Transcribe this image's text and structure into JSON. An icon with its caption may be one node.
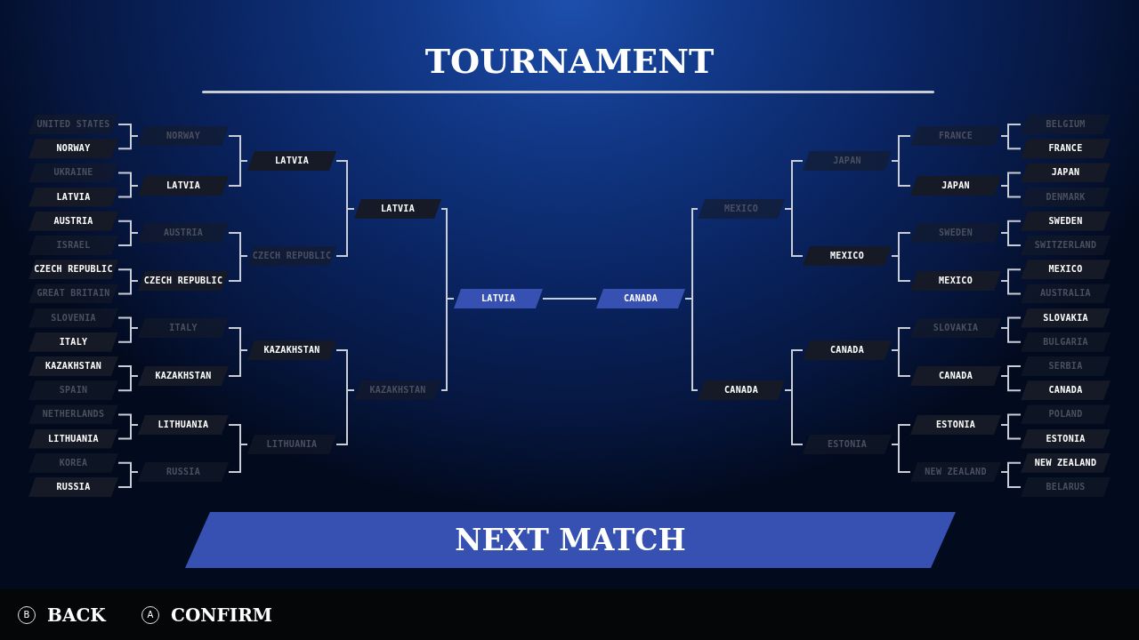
{
  "diagram": {
    "title": "TOURNAMENT",
    "nodes": [
      {
        "text": [
          "UNITED STATES"
        ]
      },
      {
        "text": [
          "NORWAY"
        ]
      },
      {
        "text": [
          "UKRAINE"
        ]
      },
      {
        "text": [
          "LATVIA"
        ]
      },
      {
        "text": [
          "AUSTRIA"
        ]
      },
      {
        "text": [
          "ISRAEL"
        ]
      },
      {
        "text": [
          "CZECH REPUBLIC"
        ]
      },
      {
        "text": [
          "GREAT BRITAIN"
        ]
      },
      {
        "text": [
          "SLOVENIA"
        ]
      },
      {
        "text": [
          "ITALY"
        ]
      },
      {
        "text": [
          "KAZAKHSTAN"
        ]
      },
      {
        "text": [
          "SPAIN"
        ]
      },
      {
        "text": [
          "NETHERLANDS"
        ]
      },
      {
        "text": [
          "LITHUANIA"
        ]
      },
      {
        "text": [
          "KOREA"
        ]
      },
      {
        "text": [
          "RUSSIA"
        ]
      },
      {
        "text": [
          "NORWAY"
        ]
      },
      {
        "text": [
          "LATVIA"
        ]
      },
      {
        "text": [
          "AUSTRIA"
        ]
      },
      {
        "text": [
          "CZECH REPUBLIC"
        ]
      },
      {
        "text": [
          "ITALY"
        ]
      },
      {
        "text": [
          "KAZAKHSTAN"
        ]
      },
      {
        "text": [
          "LITHUANIA"
        ]
      },
      {
        "text": [
          "RUSSIA"
        ]
      },
      {
        "text": [
          "LATVIA"
        ]
      },
      {
        "text": [
          "CZECH REPUBLIC"
        ]
      },
      {
        "text": [
          "KAZAKHSTAN"
        ]
      },
      {
        "text": [
          "LITHUANIA"
        ]
      },
      {
        "text": [
          "LATVIA"
        ]
      },
      {
        "text": [
          "KAZAKHSTAN"
        ]
      },
      {
        "text": [
          "LATVIA"
        ]
      },
      {
        "text": [
          "CANADA"
        ]
      },
      {
        "text": [
          "MEXICO"
        ]
      },
      {
        "text": [
          "CANADA"
        ]
      },
      {
        "text": [
          "JAPAN"
        ]
      },
      {
        "text": [
          "MEXICO"
        ]
      },
      {
        "text": [
          "CANADA"
        ]
      },
      {
        "text": [
          "ESTONIA"
        ]
      },
      {
        "text": [
          "FRANCE"
        ]
      },
      {
        "text": [
          "JAPAN"
        ]
      },
      {
        "text": [
          "SWEDEN"
        ]
      },
      {
        "text": [
          "MEXICO"
        ]
      },
      {
        "text": [
          "SLOVAKIA"
        ]
      },
      {
        "text": [
          "CANADA"
        ]
      },
      {
        "text": [
          "ESTONIA"
        ]
      },
      {
        "text": [
          "NEW ZEALAND"
        ]
      },
      {
        "text": [
          "BELGIUM"
        ]
      },
      {
        "text": [
          "FRANCE"
        ]
      },
      {
        "text": [
          "JAPAN"
        ]
      },
      {
        "text": [
          "DENMARK"
        ]
      },
      {
        "text": [
          "SWEDEN"
        ]
      },
      {
        "text": [
          "SWITZERLAND"
        ]
      },
      {
        "text": [
          "MEXICO"
        ]
      },
      {
        "text": [
          "AUSTRALIA"
        ]
      },
      {
        "text": [
          "SLOVAKIA"
        ]
      },
      {
        "text": [
          "BULGARIA"
        ]
      },
      {
        "text": [
          "SERBIA"
        ]
      },
      {
        "text": [
          "CANADA"
        ]
      },
      {
        "text": [
          "POLAND"
        ]
      },
      {
        "text": [
          "ESTONIA"
        ]
      },
      {
        "text": [
          "NEW ZEALAND"
        ]
      },
      {
        "text": [
          "BELARUS"
        ]
      },
      {
        "text": [
          "NEXT MATCH"
        ]
      },
      {
        "text": [
          "B"
        ],
        "beside": [
          "BACK"
        ]
      },
      {
        "text": [
          "A"
        ],
        "beside": [
          "CONFIRM"
        ]
      }
    ],
    "edges": [
      {
        "from": 0,
        "to": 16,
        "arrow": "none"
      },
      {
        "from": 1,
        "to": 16,
        "arrow": "none"
      },
      {
        "from": 2,
        "to": 17,
        "arrow": "none"
      },
      {
        "from": 3,
        "to": 17,
        "arrow": "none"
      },
      {
        "from": 4,
        "to": 18,
        "arrow": "none"
      },
      {
        "from": 5,
        "to": 18,
        "arrow": "none"
      },
      {
        "from": 6,
        "to": 19,
        "arrow": "none"
      },
      {
        "from": 7,
        "to": 19,
        "arrow": "none"
      },
      {
        "from": 8,
        "to": 20,
        "arrow": "none"
      },
      {
        "from": 9,
        "to": 20,
        "arrow": "none"
      },
      {
        "from": 10,
        "to": 21,
        "arrow": "none"
      },
      {
        "from": 11,
        "to": 21,
        "arrow": "none"
      },
      {
        "from": 12,
        "to": 22,
        "arrow": "none"
      },
      {
        "from": 13,
        "to": 22,
        "arrow": "none"
      },
      {
        "from": 14,
        "to": 23,
        "arrow": "none"
      },
      {
        "from": 15,
        "to": 23,
        "arrow": "none"
      },
      {
        "from": 16,
        "to": 24,
        "arrow": "none"
      },
      {
        "from": 17,
        "to": 24,
        "arrow": "none"
      },
      {
        "from": 18,
        "to": 25,
        "arrow": "none"
      },
      {
        "from": 19,
        "to": 25,
        "arrow": "none"
      },
      {
        "from": 20,
        "to": 26,
        "arrow": "none"
      },
      {
        "from": 21,
        "to": 26,
        "arrow": "none"
      },
      {
        "from": 22,
        "to": 27,
        "arrow": "none"
      },
      {
        "from": 23,
        "to": 27,
        "arrow": "none"
      },
      {
        "from": 24,
        "to": 28,
        "arrow": "none"
      },
      {
        "from": 25,
        "to": 28,
        "arrow": "none"
      },
      {
        "from": 26,
        "to": 29,
        "arrow": "none"
      },
      {
        "from": 27,
        "to": 29,
        "arrow": "none"
      },
      {
        "from": 28,
        "to": 30,
        "arrow": "none"
      },
      {
        "from": 29,
        "to": 30,
        "arrow": "none"
      },
      {
        "from": 30,
        "to": 31,
        "arrow": "none"
      },
      {
        "from": 32,
        "to": 31,
        "arrow": "none"
      },
      {
        "from": 33,
        "to": 31,
        "arrow": "none"
      },
      {
        "from": 34,
        "to": 32,
        "arrow": "none"
      },
      {
        "from": 35,
        "to": 32,
        "arrow": "none"
      },
      {
        "from": 36,
        "to": 33,
        "arrow": "none"
      },
      {
        "from": 37,
        "to": 33,
        "arrow": "none"
      },
      {
        "from": 38,
        "to": 34,
        "arrow": "none"
      },
      {
        "from": 39,
        "to": 34,
        "arrow": "none"
      },
      {
        "from": 40,
        "to": 35,
        "arrow": "none"
      },
      {
        "from": 41,
        "to": 35,
        "arrow": "none"
      },
      {
        "from": 42,
        "to": 36,
        "arrow": "none"
      },
      {
        "from": 43,
        "to": 36,
        "arrow": "none"
      },
      {
        "from": 44,
        "to": 37,
        "arrow": "none"
      },
      {
        "from": 45,
        "to": 37,
        "arrow": "none"
      },
      {
        "from": 46,
        "to": 38,
        "arrow": "none"
      },
      {
        "from": 47,
        "to": 38,
        "arrow": "none"
      },
      {
        "from": 48,
        "to": 39,
        "arrow": "none"
      },
      {
        "from": 49,
        "to": 39,
        "arrow": "none"
      },
      {
        "from": 50,
        "to": 40,
        "arrow": "none"
      },
      {
        "from": 51,
        "to": 40,
        "arrow": "none"
      },
      {
        "from": 52,
        "to": 41,
        "arrow": "none"
      },
      {
        "from": 53,
        "to": 41,
        "arrow": "none"
      },
      {
        "from": 54,
        "to": 42,
        "arrow": "none"
      },
      {
        "from": 55,
        "to": 42,
        "arrow": "none"
      },
      {
        "from": 56,
        "to": 43,
        "arrow": "none"
      },
      {
        "from": 57,
        "to": 43,
        "arrow": "none"
      },
      {
        "from": 58,
        "to": 44,
        "arrow": "none"
      },
      {
        "from": 59,
        "to": 44,
        "arrow": "none"
      },
      {
        "from": 60,
        "to": 45,
        "arrow": "none"
      },
      {
        "from": 61,
        "to": 45,
        "arrow": "none"
      }
    ]
  }
}
